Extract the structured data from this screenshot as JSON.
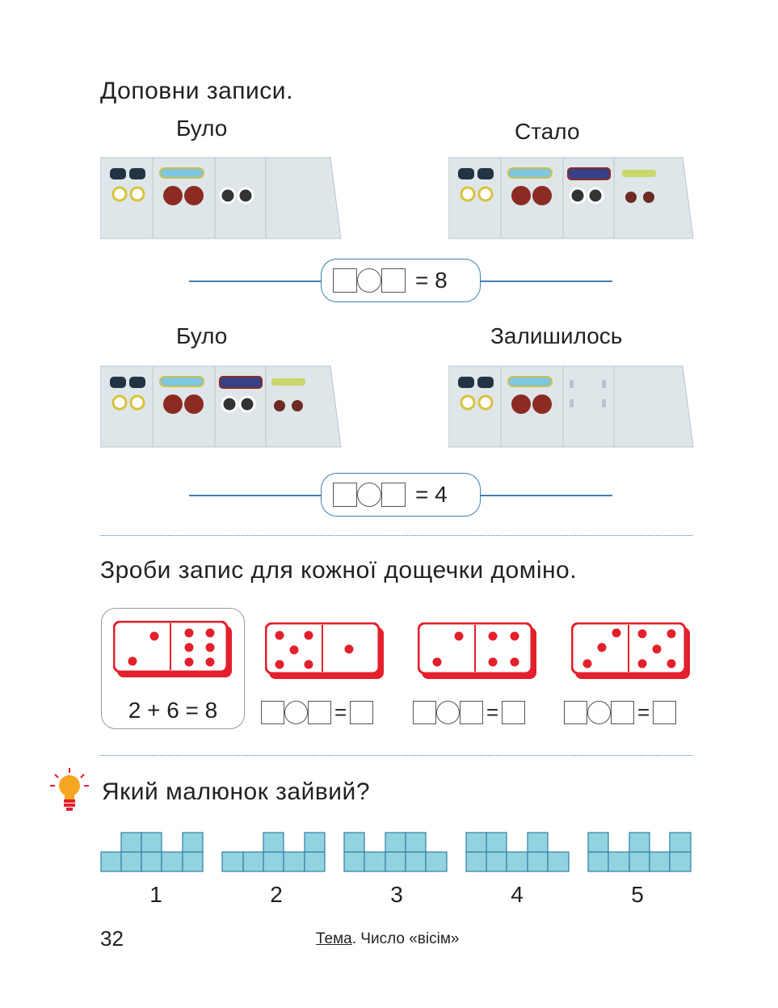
{
  "task1": {
    "heading": "Доповни записи.",
    "row1": {
      "left_label": "Було",
      "right_label": "Стало",
      "result": "= 8"
    },
    "row2": {
      "left_label": "Було",
      "right_label": "Залишилось",
      "result": "= 4"
    }
  },
  "task2": {
    "heading": "Зроби запис для кожної дощечки доміно.",
    "example": "2 + 6 = 8",
    "equals": "="
  },
  "task3": {
    "heading": "Який малюнок зайвий?",
    "numbers": [
      "1",
      "2",
      "3",
      "4",
      "5"
    ]
  },
  "footer": {
    "page_number": "32",
    "topic_label": "Тема",
    "topic_text": ". Число «вісім»"
  },
  "colors": {
    "accent": "#3f7fb4",
    "domino_red": "#e3202c",
    "cube_blue": "#93d3e0",
    "bulb": "#f5a623"
  }
}
